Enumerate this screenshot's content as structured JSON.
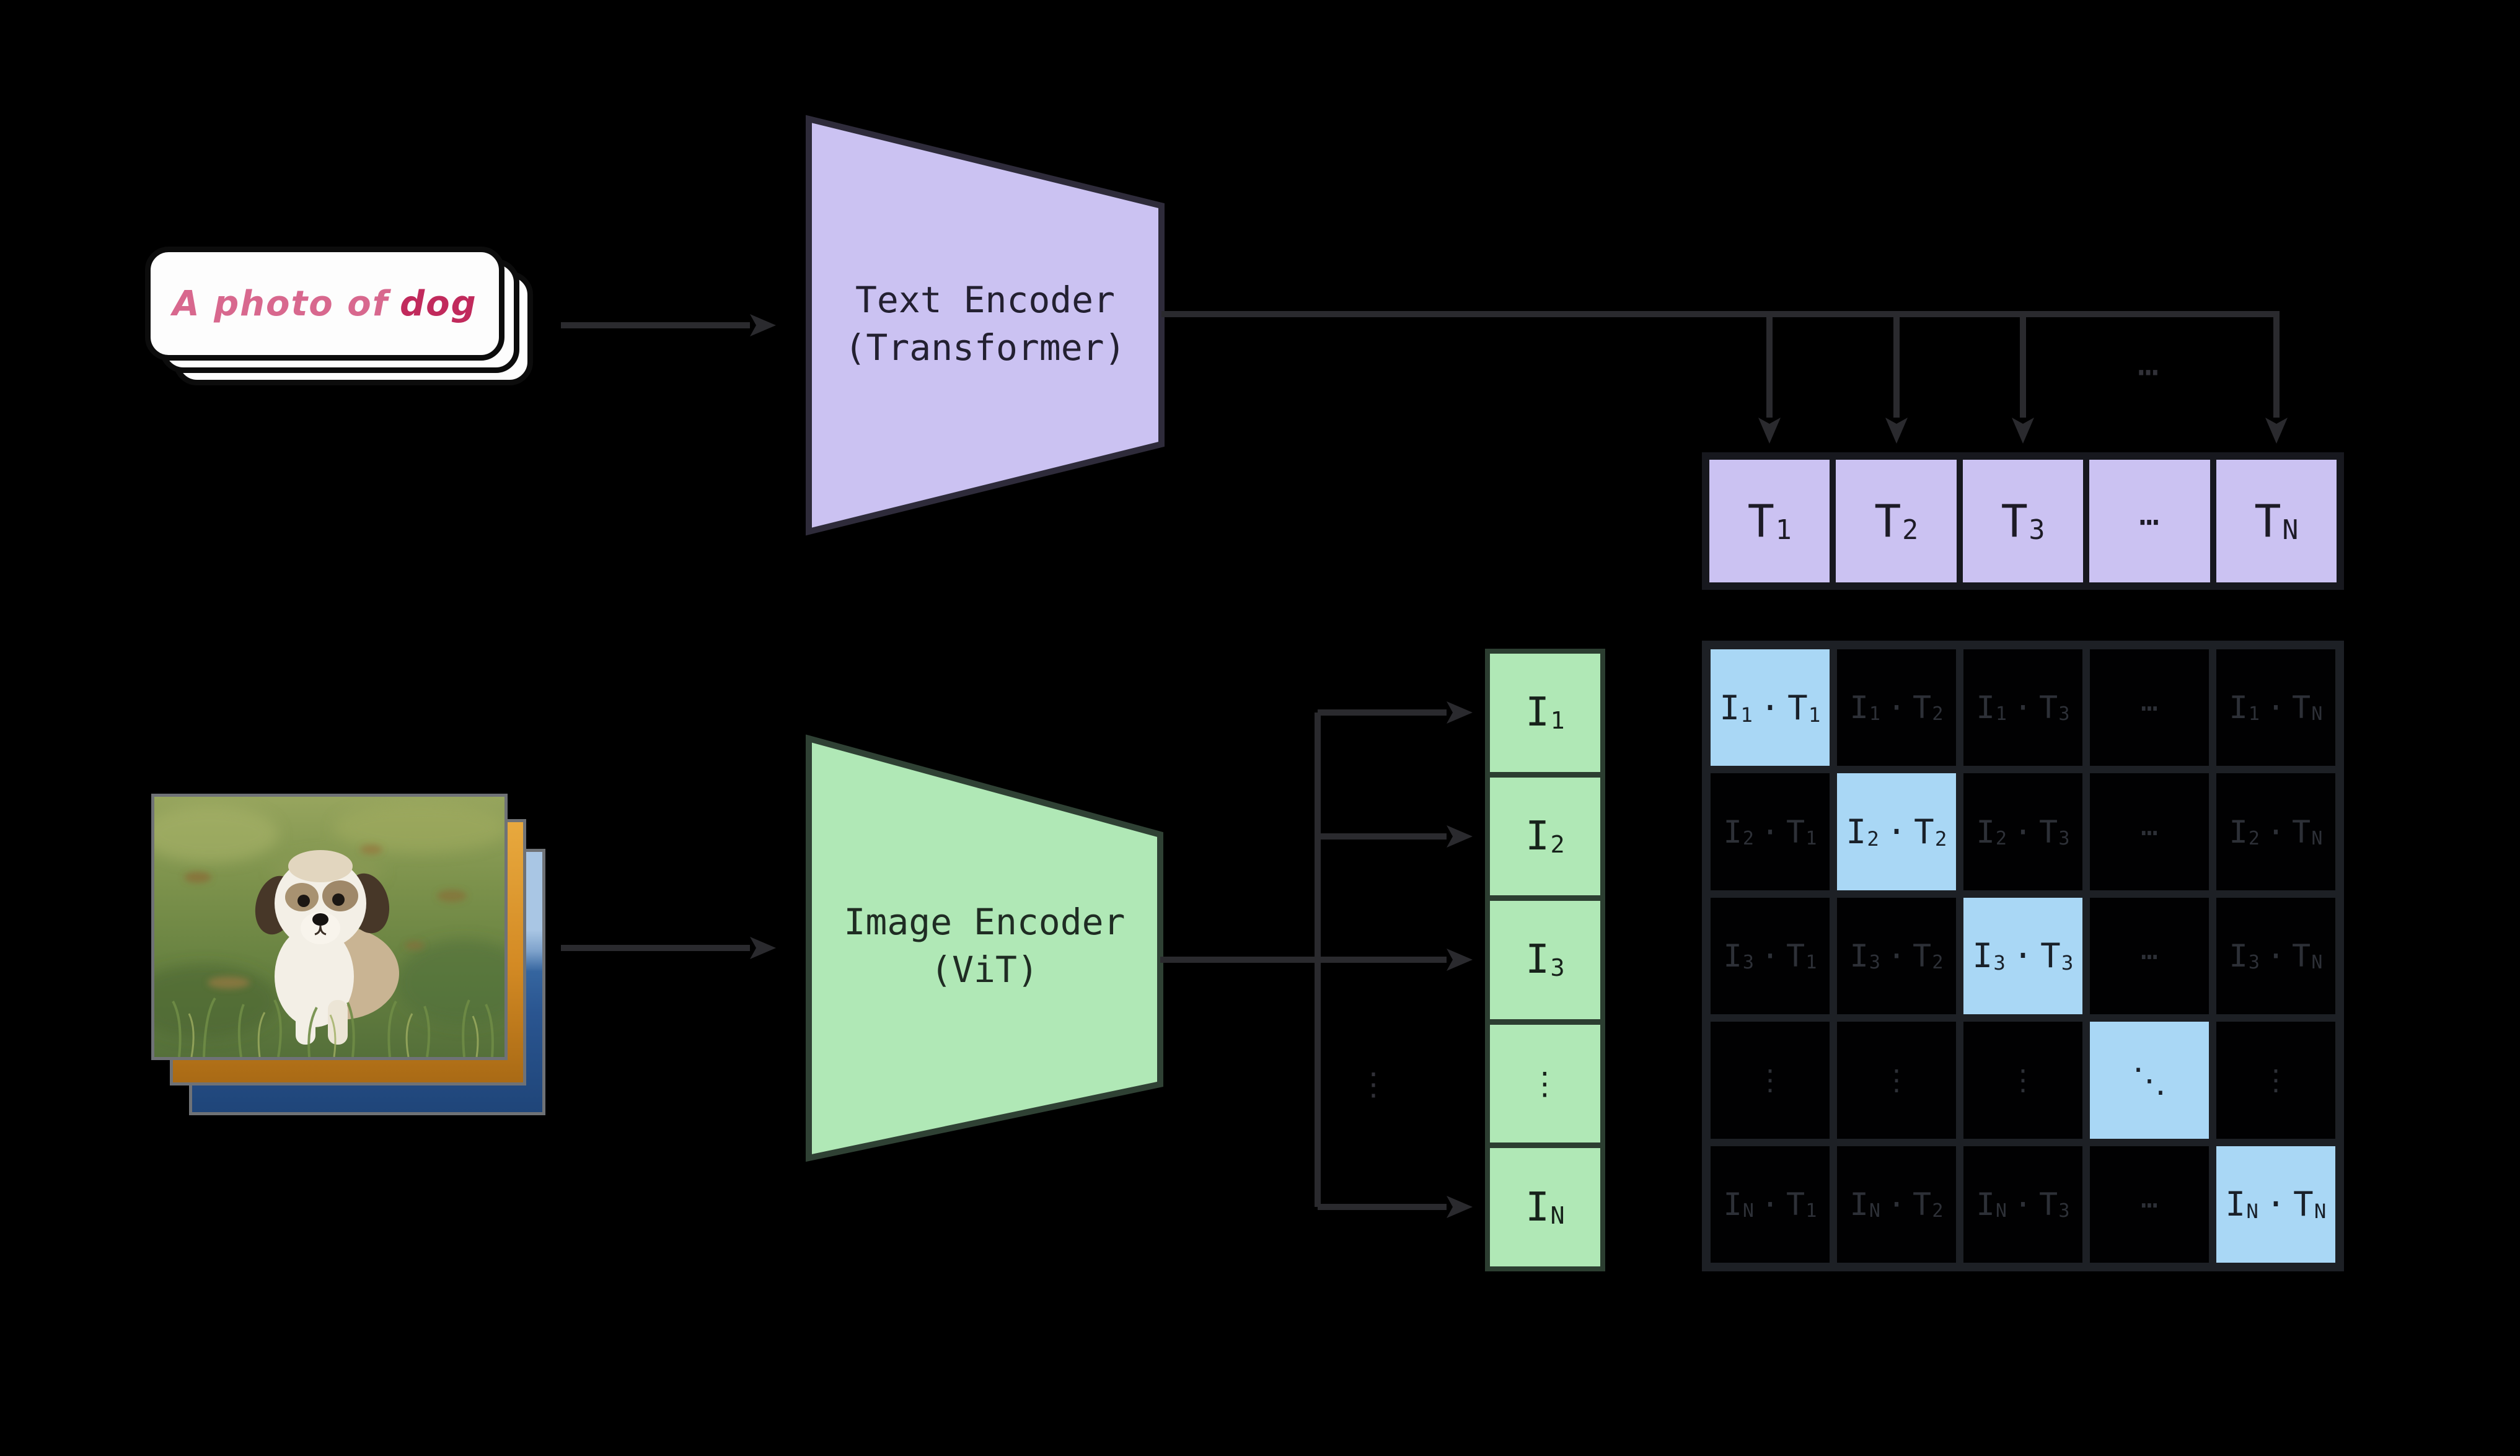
{
  "prompt_card": {
    "prefix": "A photo of",
    "highlight": "dog"
  },
  "text_encoder": {
    "line1": "Text Encoder",
    "line2": "(Transformer)"
  },
  "image_encoder": {
    "line1": "Image Encoder",
    "line2": "(ViT)"
  },
  "t_row": {
    "cells": [
      {
        "base": "T",
        "sub": "1"
      },
      {
        "base": "T",
        "sub": "2"
      },
      {
        "base": "T",
        "sub": "3"
      },
      {
        "base": "⋯"
      },
      {
        "base": "T",
        "sub": "N"
      }
    ]
  },
  "i_col": {
    "cells": [
      {
        "base": "I",
        "sub": "1"
      },
      {
        "base": "I",
        "sub": "2"
      },
      {
        "base": "I",
        "sub": "3"
      },
      {
        "base": "⋮"
      },
      {
        "base": "I",
        "sub": "N"
      }
    ]
  },
  "decorations": {
    "dots_h": "⋯",
    "dots_v": "⋮"
  },
  "matrix": {
    "rows": [
      [
        {
          "i": "I",
          "is": "1",
          "dot": "·",
          "t": "T",
          "ts": "1",
          "diag": true
        },
        {
          "i": "I",
          "is": "1",
          "dot": "·",
          "t": "T",
          "ts": "2"
        },
        {
          "i": "I",
          "is": "1",
          "dot": "·",
          "t": "T",
          "ts": "3"
        },
        {
          "glyph": "⋯"
        },
        {
          "i": "I",
          "is": "1",
          "dot": "·",
          "t": "T",
          "ts": "N"
        }
      ],
      [
        {
          "i": "I",
          "is": "2",
          "dot": "·",
          "t": "T",
          "ts": "1"
        },
        {
          "i": "I",
          "is": "2",
          "dot": "·",
          "t": "T",
          "ts": "2",
          "diag": true
        },
        {
          "i": "I",
          "is": "2",
          "dot": "·",
          "t": "T",
          "ts": "3"
        },
        {
          "glyph": "⋯"
        },
        {
          "i": "I",
          "is": "2",
          "dot": "·",
          "t": "T",
          "ts": "N"
        }
      ],
      [
        {
          "i": "I",
          "is": "3",
          "dot": "·",
          "t": "T",
          "ts": "1"
        },
        {
          "i": "I",
          "is": "3",
          "dot": "·",
          "t": "T",
          "ts": "2"
        },
        {
          "i": "I",
          "is": "3",
          "dot": "·",
          "t": "T",
          "ts": "3",
          "diag": true
        },
        {
          "glyph": "⋯"
        },
        {
          "i": "I",
          "is": "3",
          "dot": "·",
          "t": "T",
          "ts": "N"
        }
      ],
      [
        {
          "glyph": "⋮"
        },
        {
          "glyph": "⋮"
        },
        {
          "glyph": "⋮"
        },
        {
          "glyph": "⋱",
          "diag": true
        },
        {
          "glyph": "⋮"
        }
      ],
      [
        {
          "i": "I",
          "is": "N",
          "dot": "·",
          "t": "T",
          "ts": "1"
        },
        {
          "i": "I",
          "is": "N",
          "dot": "·",
          "t": "T",
          "ts": "2"
        },
        {
          "i": "I",
          "is": "N",
          "dot": "·",
          "t": "T",
          "ts": "3"
        },
        {
          "glyph": "⋯"
        },
        {
          "i": "I",
          "is": "N",
          "dot": "·",
          "t": "T",
          "ts": "N",
          "diag": true
        }
      ]
    ]
  },
  "colors": {
    "background": "#000000",
    "purple_fill": "#cbc2f2",
    "green_fill": "#b0e8b6",
    "blue_diag_fill": "#a9d7f5",
    "matrix_grid_line": "#1d2025",
    "arrow": "#2a2a2e",
    "prompt_pink": "#d8688e",
    "prompt_crimson": "#c12a5c"
  }
}
